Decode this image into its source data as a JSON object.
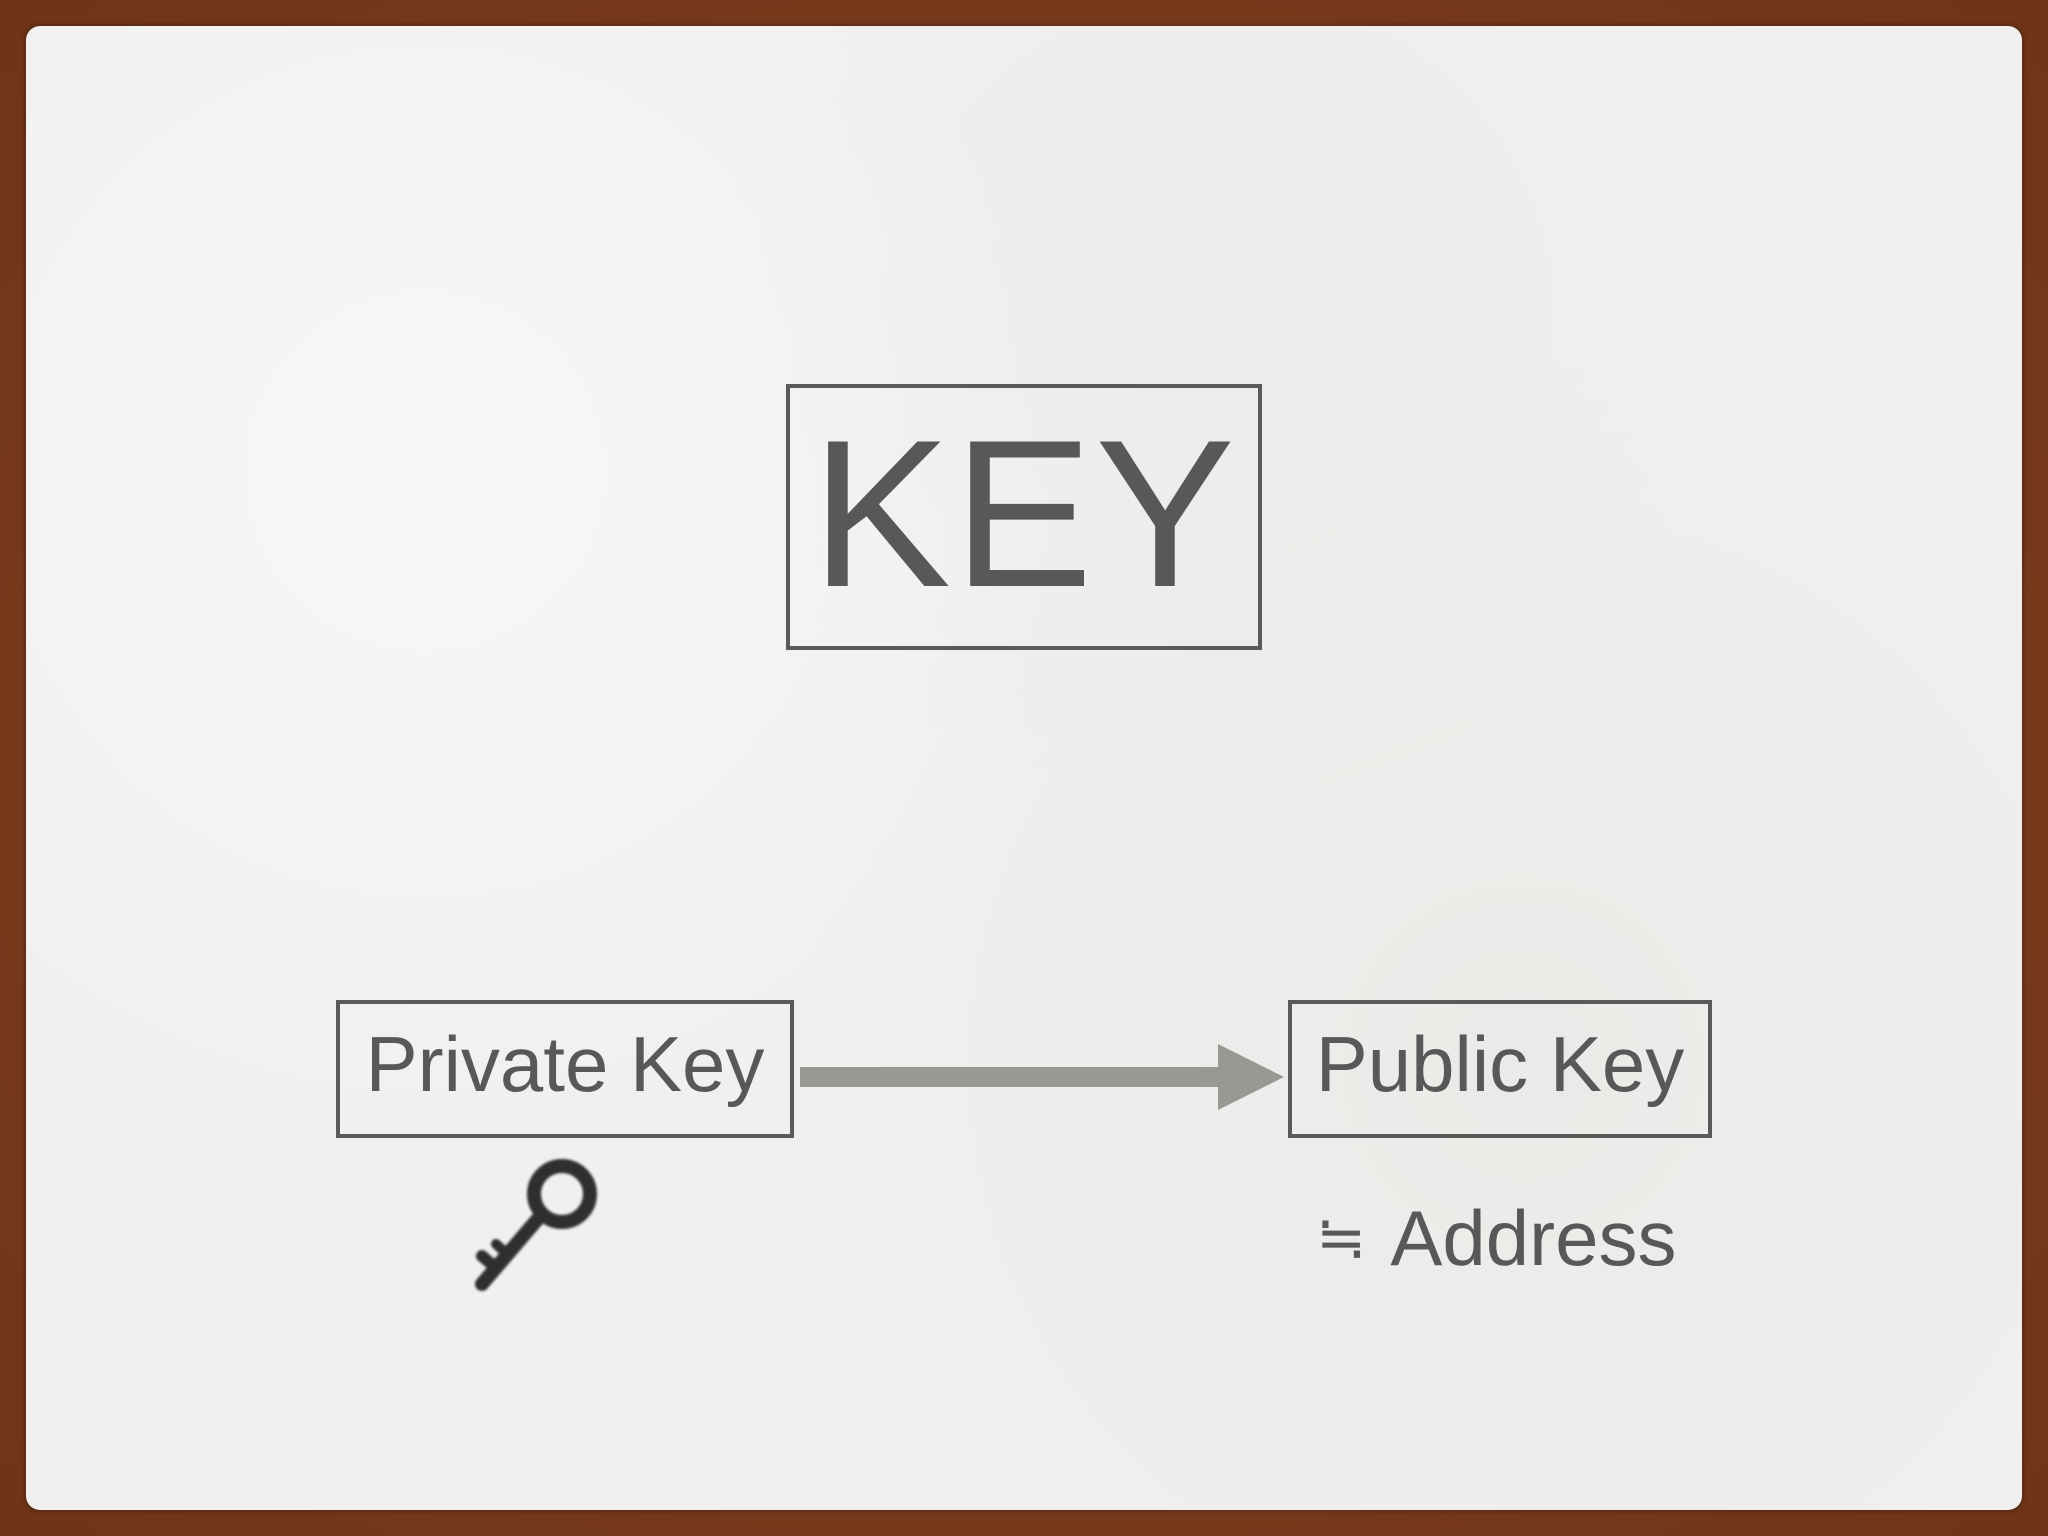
{
  "slide": {
    "title": "KEY",
    "private_key_label": "Private Key",
    "public_key_label": "Public Key",
    "approx_symbol": "≒",
    "address_label": "Address"
  },
  "colors": {
    "frame": "#7a3a1e",
    "slide_background": "#f1f0ef",
    "text": "#585858",
    "box_border": "#5a5a5a",
    "arrow": "#9a9893",
    "key_icon": "#2f2f2f"
  },
  "icons": {
    "private_key_icon": "key-icon",
    "arrow": "right-arrow"
  }
}
